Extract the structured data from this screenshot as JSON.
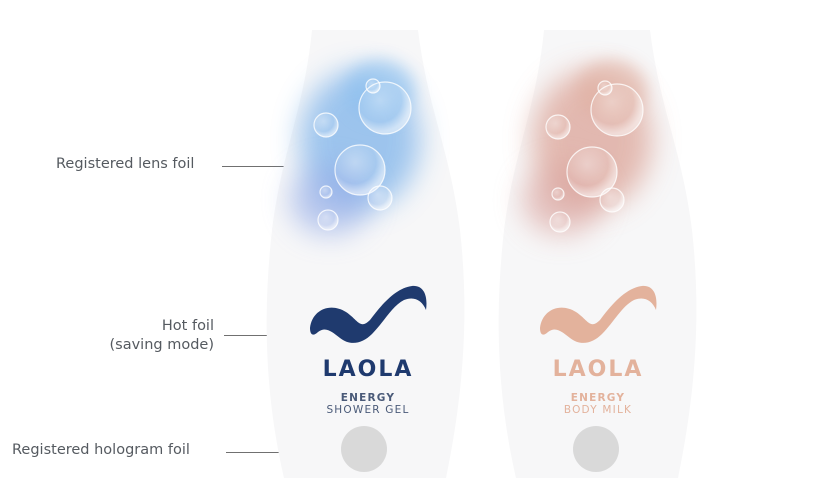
{
  "annotations": {
    "lens_foil": "Registered lens foil",
    "hot_foil_line1": "Hot foil",
    "hot_foil_line2": "(saving mode)",
    "hologram_foil": "Registered hologram foil"
  },
  "bottles": [
    {
      "brand": "LAOLA",
      "line1": "ENERGY",
      "line2": "SHOWER GEL",
      "logo_color": "#1f3a6e",
      "text_color": "#1f3a6e",
      "sub_color": "#4a5a78",
      "cloud_color": "#7fb4ea"
    },
    {
      "brand": "LAOLA",
      "line1": "ENERGY",
      "line2": "BODY MILK",
      "logo_color": "#e3b29c",
      "text_color": "#e3b29c",
      "sub_color": "#e3b29c",
      "cloud_color": "#dca498"
    }
  ],
  "colors": {
    "bottle_fill": "#f7f7f8",
    "hologram": "#d9d9d9",
    "label_text": "#555a60",
    "leader_line": "#707070"
  }
}
